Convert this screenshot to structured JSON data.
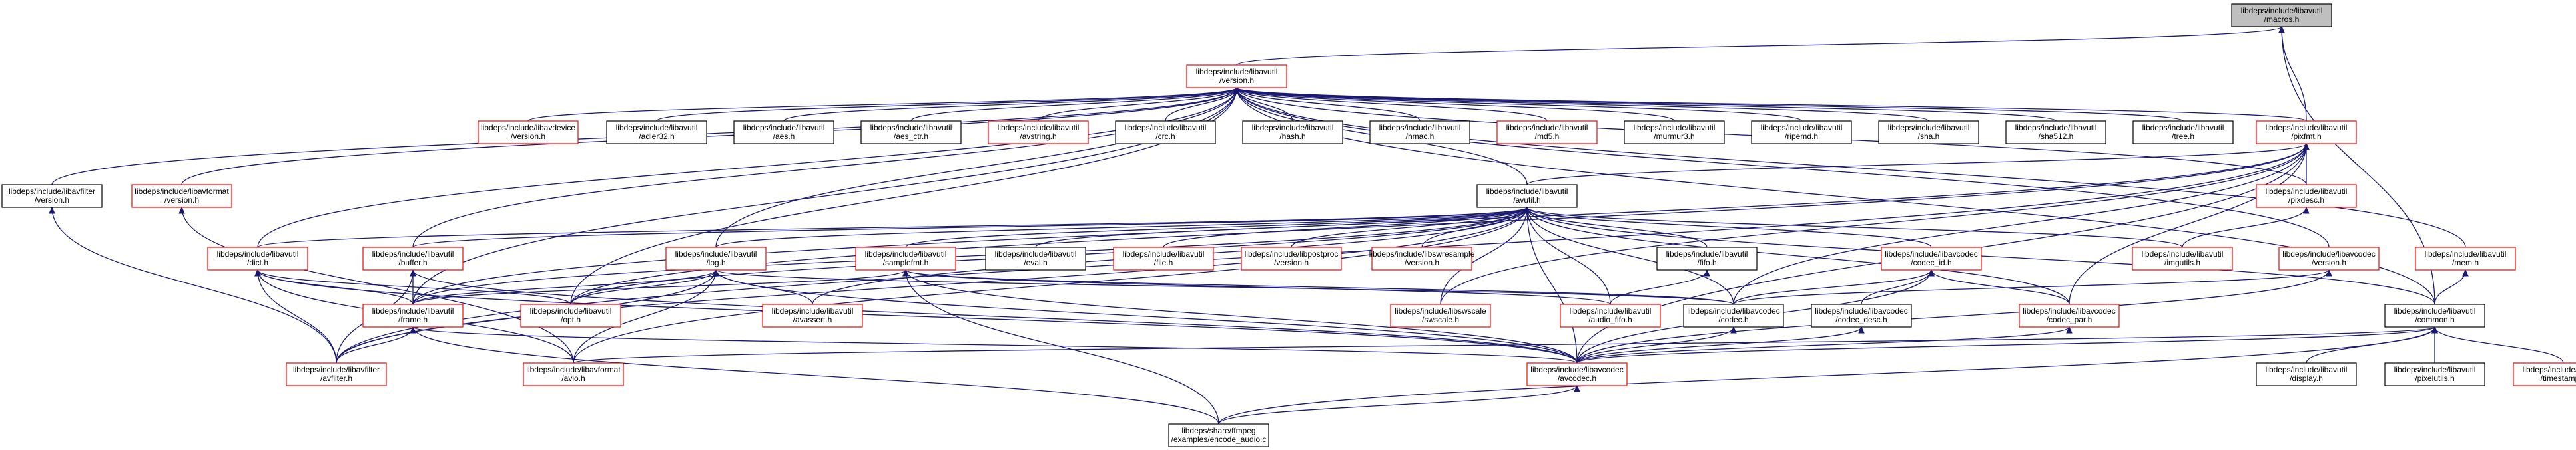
{
  "graph": {
    "title": "",
    "colors": {
      "edge": "#191970",
      "documented": "#000000",
      "undocumented": "#ff0000",
      "focus_fill": "#bfbfbf"
    },
    "nodes": [
      {
        "id": "macros",
        "lines": [
          "libdeps/include/libavutil",
          "/macros.h"
        ],
        "style": "focus"
      },
      {
        "id": "version",
        "lines": [
          "libdeps/include/libavutil",
          "/version.h"
        ],
        "style": "red"
      },
      {
        "id": "avdevice_ver",
        "lines": [
          "libdeps/include/libavdevice",
          "/version.h"
        ],
        "style": "red"
      },
      {
        "id": "adler32",
        "lines": [
          "libdeps/include/libavutil",
          "/adler32.h"
        ],
        "style": "black"
      },
      {
        "id": "aes",
        "lines": [
          "libdeps/include/libavutil",
          "/aes.h"
        ],
        "style": "black"
      },
      {
        "id": "aes_ctr",
        "lines": [
          "libdeps/include/libavutil",
          "/aes_ctr.h"
        ],
        "style": "black"
      },
      {
        "id": "avstring",
        "lines": [
          "libdeps/include/libavutil",
          "/avstring.h"
        ],
        "style": "red"
      },
      {
        "id": "crc",
        "lines": [
          "libdeps/include/libavutil",
          "/crc.h"
        ],
        "style": "black"
      },
      {
        "id": "hash",
        "lines": [
          "libdeps/include/libavutil",
          "/hash.h"
        ],
        "style": "black"
      },
      {
        "id": "hmac",
        "lines": [
          "libdeps/include/libavutil",
          "/hmac.h"
        ],
        "style": "black"
      },
      {
        "id": "md5",
        "lines": [
          "libdeps/include/libavutil",
          "/md5.h"
        ],
        "style": "red"
      },
      {
        "id": "murmur3",
        "lines": [
          "libdeps/include/libavutil",
          "/murmur3.h"
        ],
        "style": "black"
      },
      {
        "id": "ripemd",
        "lines": [
          "libdeps/include/libavutil",
          "/ripemd.h"
        ],
        "style": "black"
      },
      {
        "id": "sha",
        "lines": [
          "libdeps/include/libavutil",
          "/sha.h"
        ],
        "style": "black"
      },
      {
        "id": "sha512",
        "lines": [
          "libdeps/include/libavutil",
          "/sha512.h"
        ],
        "style": "black"
      },
      {
        "id": "tree",
        "lines": [
          "libdeps/include/libavutil",
          "/tree.h"
        ],
        "style": "black"
      },
      {
        "id": "pixfmt",
        "lines": [
          "libdeps/include/libavutil",
          "/pixfmt.h"
        ],
        "style": "red"
      },
      {
        "id": "avfilter_ver",
        "lines": [
          "libdeps/include/libavfilter",
          "/version.h"
        ],
        "style": "black"
      },
      {
        "id": "avformat_ver",
        "lines": [
          "libdeps/include/libavformat",
          "/version.h"
        ],
        "style": "red"
      },
      {
        "id": "avutil",
        "lines": [
          "libdeps/include/libavutil",
          "/avutil.h"
        ],
        "style": "black"
      },
      {
        "id": "pixdesc",
        "lines": [
          "libdeps/include/libavutil",
          "/pixdesc.h"
        ],
        "style": "red"
      },
      {
        "id": "dict",
        "lines": [
          "libdeps/include/libavutil",
          "/dict.h"
        ],
        "style": "red"
      },
      {
        "id": "buffer",
        "lines": [
          "libdeps/include/libavutil",
          "/buffer.h"
        ],
        "style": "red"
      },
      {
        "id": "log",
        "lines": [
          "libdeps/include/libavutil",
          "/log.h"
        ],
        "style": "red"
      },
      {
        "id": "samplefmt",
        "lines": [
          "libdeps/include/libavutil",
          "/samplefmt.h"
        ],
        "style": "red"
      },
      {
        "id": "eval",
        "lines": [
          "libdeps/include/libavutil",
          "/eval.h"
        ],
        "style": "black"
      },
      {
        "id": "file",
        "lines": [
          "libdeps/include/libavutil",
          "/file.h"
        ],
        "style": "red"
      },
      {
        "id": "postproc_ver",
        "lines": [
          "libdeps/include/libpostproc",
          "/version.h"
        ],
        "style": "red"
      },
      {
        "id": "swresample_ver",
        "lines": [
          "libdeps/include/libswresample",
          "/version.h"
        ],
        "style": "red"
      },
      {
        "id": "fifo",
        "lines": [
          "libdeps/include/libavutil",
          "/fifo.h"
        ],
        "style": "black"
      },
      {
        "id": "codec_id",
        "lines": [
          "libdeps/include/libavcodec",
          "/codec_id.h"
        ],
        "style": "red"
      },
      {
        "id": "imgutils",
        "lines": [
          "libdeps/include/libavutil",
          "/imgutils.h"
        ],
        "style": "red"
      },
      {
        "id": "avcodec_ver",
        "lines": [
          "libdeps/include/libavcodec",
          "/version.h"
        ],
        "style": "red"
      },
      {
        "id": "mem",
        "lines": [
          "libdeps/include/libavutil",
          "/mem.h"
        ],
        "style": "red"
      },
      {
        "id": "frame",
        "lines": [
          "libdeps/include/libavutil",
          "/frame.h"
        ],
        "style": "red"
      },
      {
        "id": "opt",
        "lines": [
          "libdeps/include/libavutil",
          "/opt.h"
        ],
        "style": "red"
      },
      {
        "id": "avassert",
        "lines": [
          "libdeps/include/libavutil",
          "/avassert.h"
        ],
        "style": "red"
      },
      {
        "id": "swscale",
        "lines": [
          "libdeps/include/libswscale",
          "/swscale.h"
        ],
        "style": "red"
      },
      {
        "id": "audio_fifo",
        "lines": [
          "libdeps/include/libavutil",
          "/audio_fifo.h"
        ],
        "style": "red"
      },
      {
        "id": "codec",
        "lines": [
          "libdeps/include/libavcodec",
          "/codec.h"
        ],
        "style": "black"
      },
      {
        "id": "codec_desc",
        "lines": [
          "libdeps/include/libavcodec",
          "/codec_desc.h"
        ],
        "style": "black"
      },
      {
        "id": "codec_par",
        "lines": [
          "libdeps/include/libavcodec",
          "/codec_par.h"
        ],
        "style": "red"
      },
      {
        "id": "common",
        "lines": [
          "libdeps/include/libavutil",
          "/common.h"
        ],
        "style": "black"
      },
      {
        "id": "avfilter",
        "lines": [
          "libdeps/include/libavfilter",
          "/avfilter.h"
        ],
        "style": "red"
      },
      {
        "id": "avio",
        "lines": [
          "libdeps/include/libavformat",
          "/avio.h"
        ],
        "style": "red"
      },
      {
        "id": "avcodec",
        "lines": [
          "libdeps/include/libavcodec",
          "/avcodec.h"
        ],
        "style": "red"
      },
      {
        "id": "display",
        "lines": [
          "libdeps/include/libavutil",
          "/display.h"
        ],
        "style": "black"
      },
      {
        "id": "pixelutils",
        "lines": [
          "libdeps/include/libavutil",
          "/pixelutils.h"
        ],
        "style": "black"
      },
      {
        "id": "timestamp",
        "lines": [
          "libdeps/include/libavutil",
          "/timestamp.h"
        ],
        "style": "red"
      },
      {
        "id": "encode_audio",
        "lines": [
          "libdeps/share/ffmpeg",
          "/examples/encode_audio.c"
        ],
        "style": "black"
      }
    ],
    "edges": [
      [
        "macros",
        "version"
      ],
      [
        "macros",
        "pixfmt"
      ],
      [
        "macros",
        "common"
      ],
      [
        "version",
        "avdevice_ver"
      ],
      [
        "version",
        "adler32"
      ],
      [
        "version",
        "aes"
      ],
      [
        "version",
        "aes_ctr"
      ],
      [
        "version",
        "avstring"
      ],
      [
        "version",
        "crc"
      ],
      [
        "version",
        "hash"
      ],
      [
        "version",
        "hmac"
      ],
      [
        "version",
        "md5"
      ],
      [
        "version",
        "murmur3"
      ],
      [
        "version",
        "ripemd"
      ],
      [
        "version",
        "sha"
      ],
      [
        "version",
        "sha512"
      ],
      [
        "version",
        "tree"
      ],
      [
        "version",
        "pixfmt"
      ],
      [
        "version",
        "avfilter_ver"
      ],
      [
        "version",
        "avformat_ver"
      ],
      [
        "version",
        "avutil"
      ],
      [
        "version",
        "pixdesc"
      ],
      [
        "version",
        "dict"
      ],
      [
        "version",
        "buffer"
      ],
      [
        "version",
        "log"
      ],
      [
        "version",
        "avcodec_ver"
      ],
      [
        "version",
        "mem"
      ],
      [
        "version",
        "frame"
      ],
      [
        "version",
        "opt"
      ],
      [
        "version",
        "common"
      ],
      [
        "pixfmt",
        "avutil"
      ],
      [
        "pixfmt",
        "pixdesc"
      ],
      [
        "pixfmt",
        "frame"
      ],
      [
        "pixfmt",
        "opt"
      ],
      [
        "pixfmt",
        "swscale"
      ],
      [
        "pixfmt",
        "codec"
      ],
      [
        "pixfmt",
        "codec_par"
      ],
      [
        "pixfmt",
        "avcodec"
      ],
      [
        "pixfmt",
        "avfilter"
      ],
      [
        "avfilter_ver",
        "avfilter"
      ],
      [
        "avformat_ver",
        "avio"
      ],
      [
        "avutil",
        "dict"
      ],
      [
        "avutil",
        "buffer"
      ],
      [
        "avutil",
        "log"
      ],
      [
        "avutil",
        "samplefmt"
      ],
      [
        "avutil",
        "eval"
      ],
      [
        "avutil",
        "file"
      ],
      [
        "avutil",
        "postproc_ver"
      ],
      [
        "avutil",
        "swresample_ver"
      ],
      [
        "avutil",
        "fifo"
      ],
      [
        "avutil",
        "codec_id"
      ],
      [
        "avutil",
        "imgutils"
      ],
      [
        "avutil",
        "avassert"
      ],
      [
        "avutil",
        "swscale"
      ],
      [
        "avutil",
        "audio_fifo"
      ],
      [
        "avutil",
        "codec"
      ],
      [
        "avutil",
        "codec_par"
      ],
      [
        "avutil",
        "avcodec"
      ],
      [
        "avutil",
        "common"
      ],
      [
        "avutil",
        "frame"
      ],
      [
        "avutil",
        "opt"
      ],
      [
        "avutil",
        "avfilter"
      ],
      [
        "avutil",
        "avio"
      ],
      [
        "pixdesc",
        "imgutils"
      ],
      [
        "dict",
        "frame"
      ],
      [
        "dict",
        "opt"
      ],
      [
        "dict",
        "avfilter"
      ],
      [
        "dict",
        "avio"
      ],
      [
        "dict",
        "avcodec"
      ],
      [
        "buffer",
        "frame"
      ],
      [
        "buffer",
        "avfilter"
      ],
      [
        "buffer",
        "avcodec"
      ],
      [
        "log",
        "opt"
      ],
      [
        "log",
        "avassert"
      ],
      [
        "log",
        "avfilter"
      ],
      [
        "log",
        "avio"
      ],
      [
        "log",
        "avcodec"
      ],
      [
        "log",
        "frame"
      ],
      [
        "log",
        "codec"
      ],
      [
        "samplefmt",
        "audio_fifo"
      ],
      [
        "samplefmt",
        "encode_audio"
      ],
      [
        "samplefmt",
        "avcodec"
      ],
      [
        "samplefmt",
        "frame"
      ],
      [
        "samplefmt",
        "codec"
      ],
      [
        "fifo",
        "audio_fifo"
      ],
      [
        "codec_id",
        "codec"
      ],
      [
        "codec_id",
        "codec_desc"
      ],
      [
        "codec_id",
        "codec_par"
      ],
      [
        "codec_id",
        "avcodec"
      ],
      [
        "avcodec_ver",
        "avcodec"
      ],
      [
        "avcodec_ver",
        "codec"
      ],
      [
        "mem",
        "common"
      ],
      [
        "frame",
        "avcodec"
      ],
      [
        "frame",
        "avfilter"
      ],
      [
        "frame",
        "encode_audio"
      ],
      [
        "codec",
        "avcodec"
      ],
      [
        "codec_desc",
        "avcodec"
      ],
      [
        "codec_par",
        "avcodec"
      ],
      [
        "common",
        "avcodec"
      ],
      [
        "common",
        "display"
      ],
      [
        "common",
        "pixelutils"
      ],
      [
        "common",
        "timestamp"
      ],
      [
        "common",
        "encode_audio"
      ],
      [
        "common",
        "avio"
      ],
      [
        "avcodec",
        "encode_audio"
      ]
    ]
  }
}
